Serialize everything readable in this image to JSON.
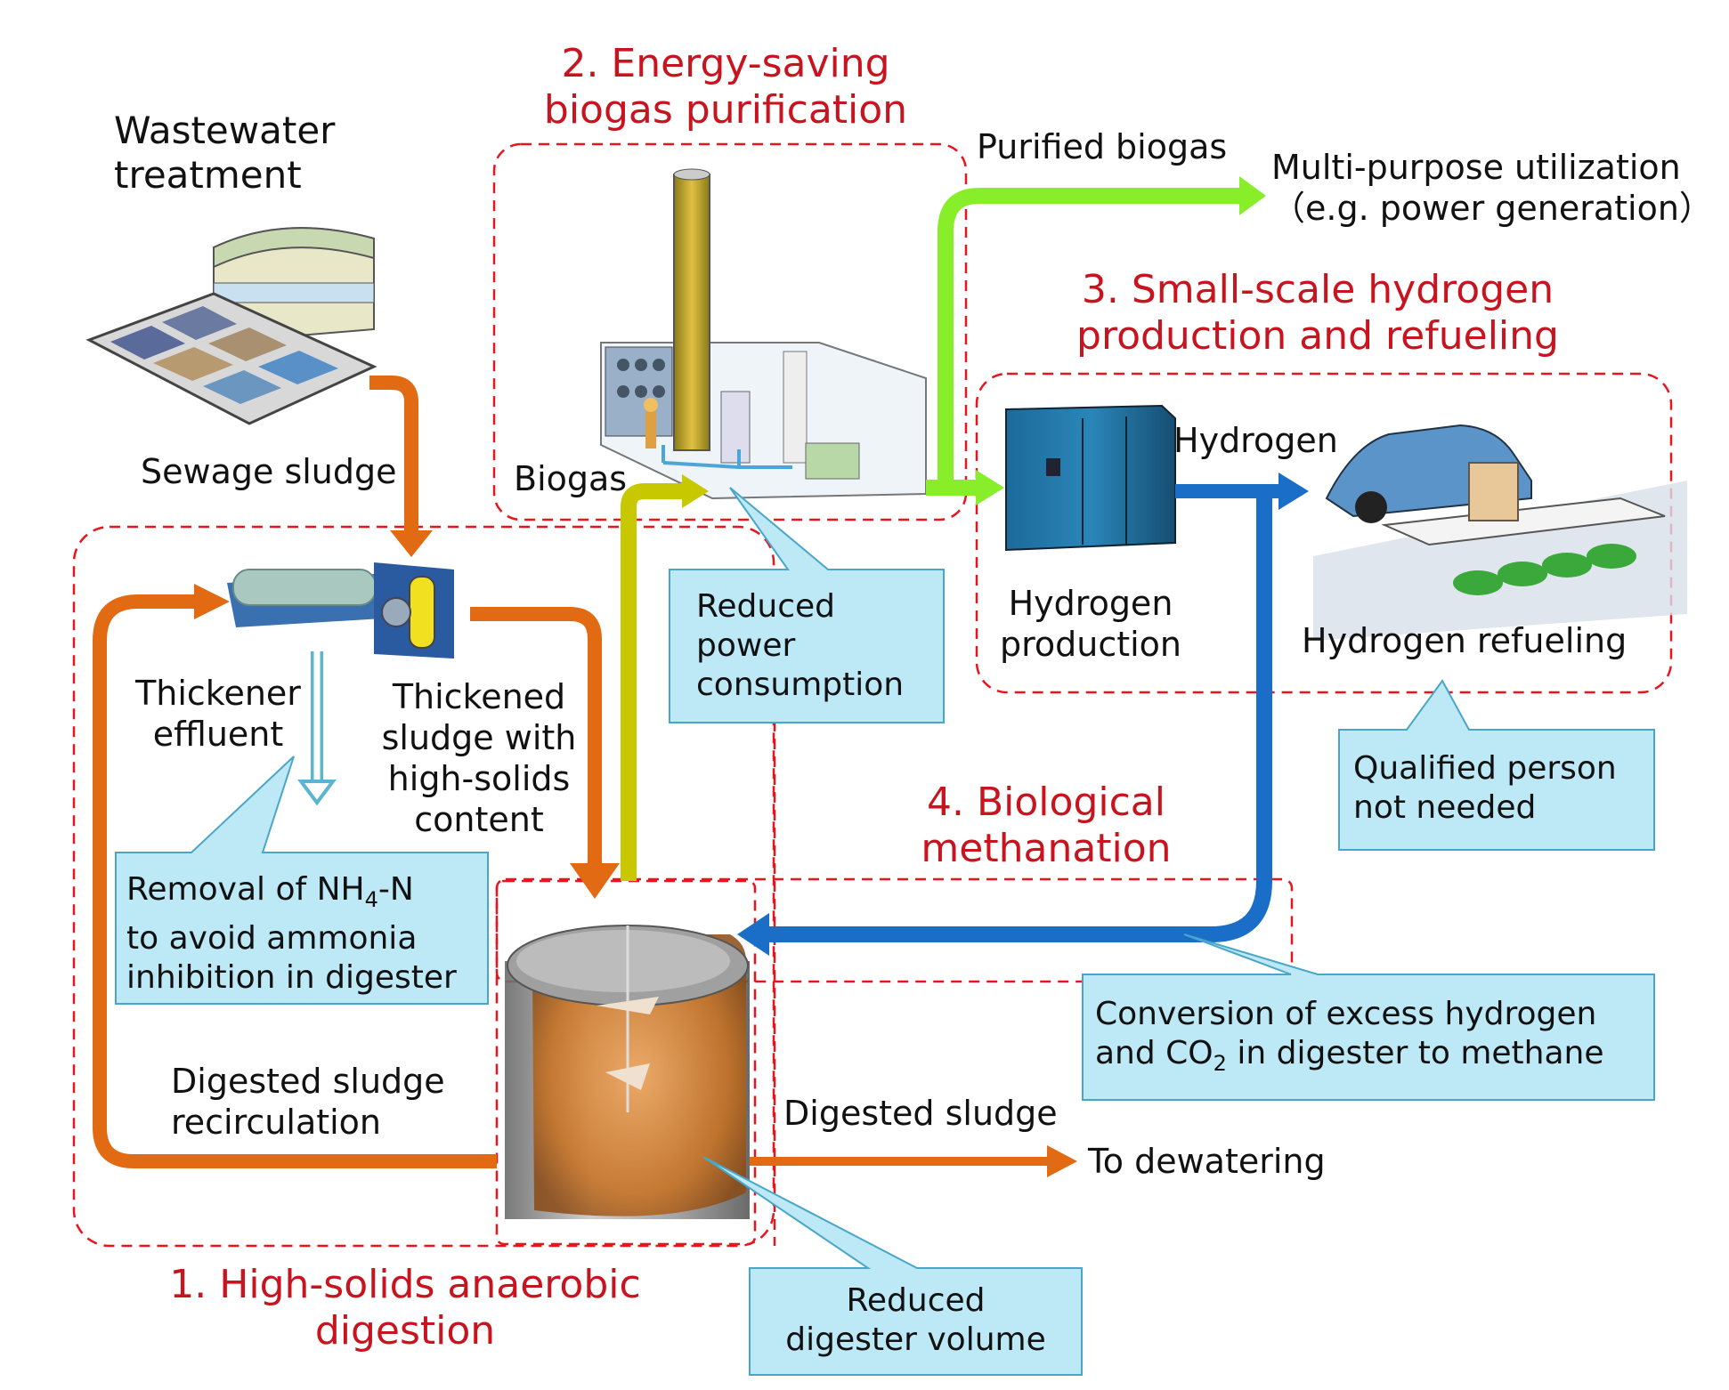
{
  "headings": {
    "digestion": "1. High-solids anaerobic\ndigestion",
    "purification": "2. Energy-saving\nbiogas purification",
    "hydrogen": "3. Small-scale hydrogen\nproduction and refueling",
    "methanation": "4. Biological\nmethanation"
  },
  "labels": {
    "wastewater": "Wastewater\ntreatment",
    "sewage_sludge": "Sewage sludge",
    "thickener_effluent": "Thickener\neffluent",
    "thickened_sludge": "Thickened\nsludge with\nhigh-solids\ncontent",
    "biogas": "Biogas",
    "purified_biogas": "Purified biogas",
    "multi_purpose": "Multi-purpose utilization\n（e.g. power generation）",
    "hydrogen": "Hydrogen",
    "hydrogen_production": "Hydrogen\nproduction",
    "hydrogen_refueling": "Hydrogen refueling",
    "digested_recirc": "Digested sludge\nrecirculation",
    "digested_sludge": "Digested sludge",
    "to_dewatering": "To dewatering"
  },
  "callouts": {
    "nh4_line1_a": "Removal of NH",
    "nh4_sub": "4",
    "nh4_line1_b": "-N",
    "nh4_rest": "to avoid ammonia\ninhibition in digester",
    "power": "Reduced\npower\nconsumption",
    "qualified": "Qualified person\nnot needed",
    "conversion_line1": "Conversion of excess hydrogen",
    "conversion_a": "and CO",
    "conversion_sub": "2",
    "conversion_b": " in digester to methane",
    "volume": "Reduced\ndigester volume"
  },
  "colors": {
    "heading": "#c8141e",
    "dashed_box": "#e8141e",
    "orange_flow": "#e26a12",
    "green_flow": "#88ee2a",
    "yellow_flow": "#c8c800",
    "blue_flow": "#1a6ec8",
    "effluent_flow": "#5ab4d2",
    "callout_fill": "#bde8f6",
    "callout_border": "#4aa6c8"
  }
}
